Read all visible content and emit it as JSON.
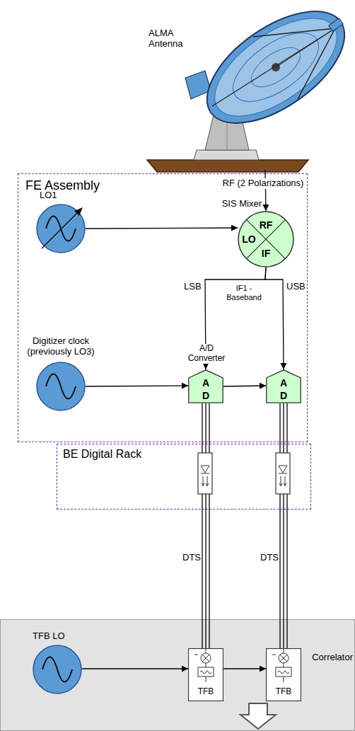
{
  "diagram": {
    "nodes": [
      {
        "text": [
          "ALMA Antenna"
        ]
      },
      {
        "text": [
          "FE Assembly"
        ]
      },
      {
        "text": [
          "LO1"
        ],
        "in": 1
      },
      {
        "text": [
          "SIS Mixer",
          "RF",
          "LO",
          "IF"
        ],
        "in": 1
      },
      {
        "text": [
          "Digitizer clock (previously LO3)"
        ],
        "in": 1
      },
      {
        "text": [
          "A",
          "D"
        ],
        "in": 1
      },
      {
        "text": [
          "A",
          "D"
        ],
        "in": 1
      },
      {
        "text": [
          "BE Digital Rack"
        ]
      },
      {
        "text": [
          "Correlator"
        ]
      },
      {
        "text": [
          "TFB LO"
        ],
        "in": 8
      },
      {
        "text": [
          "TFB"
        ],
        "in": 8
      },
      {
        "text": [
          "TFB"
        ],
        "in": 8
      }
    ],
    "edges": [
      {
        "from": 0,
        "to": 3,
        "label": "RF (2 Polarizations)",
        "arrow": "to"
      },
      {
        "from": 2,
        "to": 3,
        "arrow": "to"
      },
      {
        "from": 3,
        "to": 5,
        "label": "LSB",
        "arrow": "to"
      },
      {
        "from": 3,
        "to": 6,
        "label": "USB",
        "arrow": "to"
      },
      {
        "from": 4,
        "to": 5,
        "arrow": "to"
      },
      {
        "from": 5,
        "to": 6,
        "arrow": "to"
      },
      {
        "from": 5,
        "to": 10,
        "label": "DTS",
        "arrow": "none"
      },
      {
        "from": 6,
        "to": 11,
        "label": "DTS",
        "arrow": "none"
      },
      {
        "from": 9,
        "to": 10,
        "arrow": "to"
      },
      {
        "from": 10,
        "to": 11,
        "arrow": "to"
      }
    ],
    "labels": [
      "IF1 - Baseband",
      "A/D Converter"
    ]
  }
}
